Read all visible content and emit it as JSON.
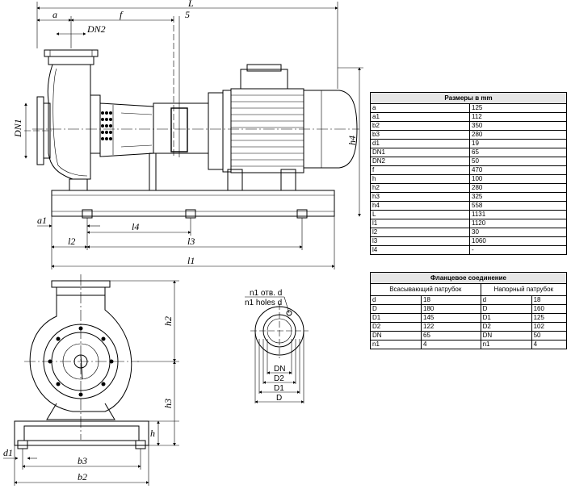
{
  "dims_table": {
    "title": "Размеры в mm",
    "rows": [
      [
        "a",
        "125"
      ],
      [
        "a1",
        "112"
      ],
      [
        "b2",
        "350"
      ],
      [
        "b3",
        "280"
      ],
      [
        "d1",
        "19"
      ],
      [
        "DN1",
        "65"
      ],
      [
        "DN2",
        "50"
      ],
      [
        "f",
        "470"
      ],
      [
        "h",
        "100"
      ],
      [
        "h2",
        "280"
      ],
      [
        "h3",
        "325"
      ],
      [
        "h4",
        "558"
      ],
      [
        "L",
        "1131"
      ],
      [
        "l1",
        "1120"
      ],
      [
        "l2",
        "30"
      ],
      [
        "l3",
        "1060"
      ],
      [
        "l4",
        "-"
      ]
    ]
  },
  "flange_table": {
    "title": "Фланцевое соединение",
    "suction_label": "Всасывающий патрубок",
    "discharge_label": "Напорный патрубок",
    "rows": [
      [
        "d",
        "18",
        "d",
        "18"
      ],
      [
        "D",
        "180",
        "D",
        "160"
      ],
      [
        "D1",
        "145",
        "D1",
        "125"
      ],
      [
        "D2",
        "122",
        "D2",
        "102"
      ],
      [
        "DN",
        "65",
        "DN",
        "50"
      ],
      [
        "n1",
        "4",
        "n1",
        "4"
      ]
    ]
  },
  "labels": {
    "L": "L",
    "a": "a",
    "f": "f",
    "five": "5",
    "DN2": "DN2",
    "DN1": "DN1",
    "h4": "h4",
    "a1": "a1",
    "l2": "l2",
    "l4": "l4",
    "l3": "l3",
    "l1": "l1",
    "h2": "h2",
    "h3": "h3",
    "h": "h",
    "d1": "d1",
    "b3": "b3",
    "b2": "b2",
    "holes_ru": "n1 отв. d",
    "holes_en": "n1 holes d",
    "DN": "DN",
    "D2": "D2",
    "D1": "D1",
    "D": "D"
  }
}
